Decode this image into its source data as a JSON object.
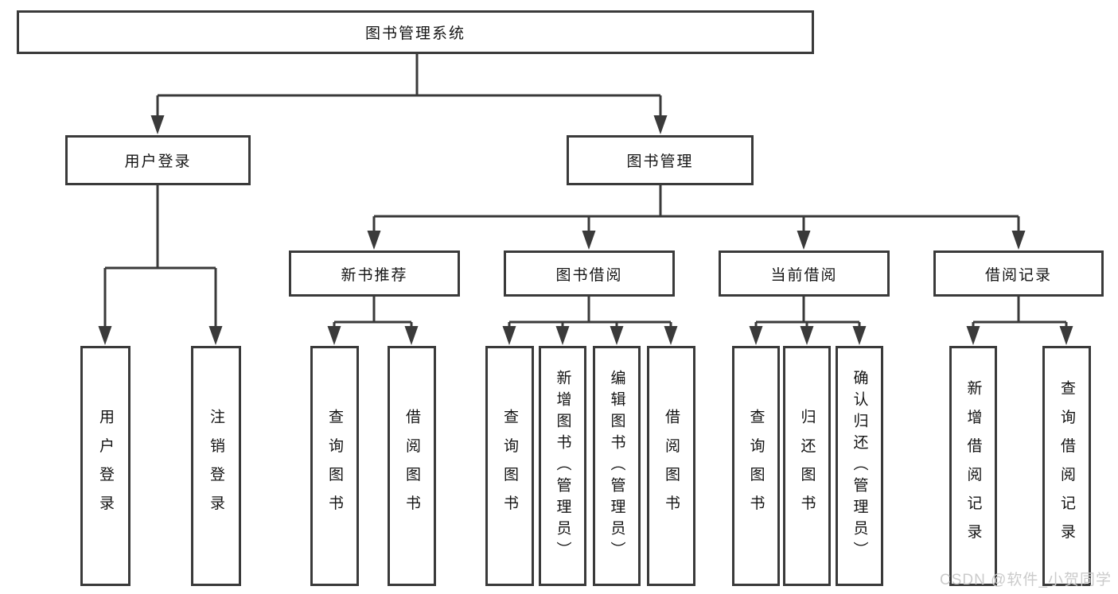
{
  "diagram": {
    "root": {
      "label": "图书管理系统",
      "children": [
        {
          "label": "用户登录",
          "children": [
            {
              "label": "用户登录"
            },
            {
              "label": "注销登录"
            }
          ]
        },
        {
          "label": "图书管理",
          "children": [
            {
              "label": "新书推荐",
              "children": [
                {
                  "label": "查询图书"
                },
                {
                  "label": "借阅图书"
                }
              ]
            },
            {
              "label": "图书借阅",
              "children": [
                {
                  "label": "查询图书"
                },
                {
                  "label": "新增图书（管理员）"
                },
                {
                  "label": "编辑图书（管理员）"
                },
                {
                  "label": "借阅图书"
                }
              ]
            },
            {
              "label": "当前借阅",
              "children": [
                {
                  "label": "查询图书"
                },
                {
                  "label": "归还图书"
                },
                {
                  "label": "确认归还（管理员）"
                }
              ]
            },
            {
              "label": "借阅记录",
              "children": [
                {
                  "label": "新增借阅记录"
                },
                {
                  "label": "查询借阅记录"
                }
              ]
            }
          ]
        }
      ]
    },
    "watermark": "CSDN @软件_小贺同学",
    "colors": {
      "line": "#3a3a3a",
      "box_border": "#3a3a3a",
      "box_background": "#ffffff",
      "text": "#141414",
      "watermark": "#cbcbcb",
      "background": "#ffffff"
    }
  }
}
